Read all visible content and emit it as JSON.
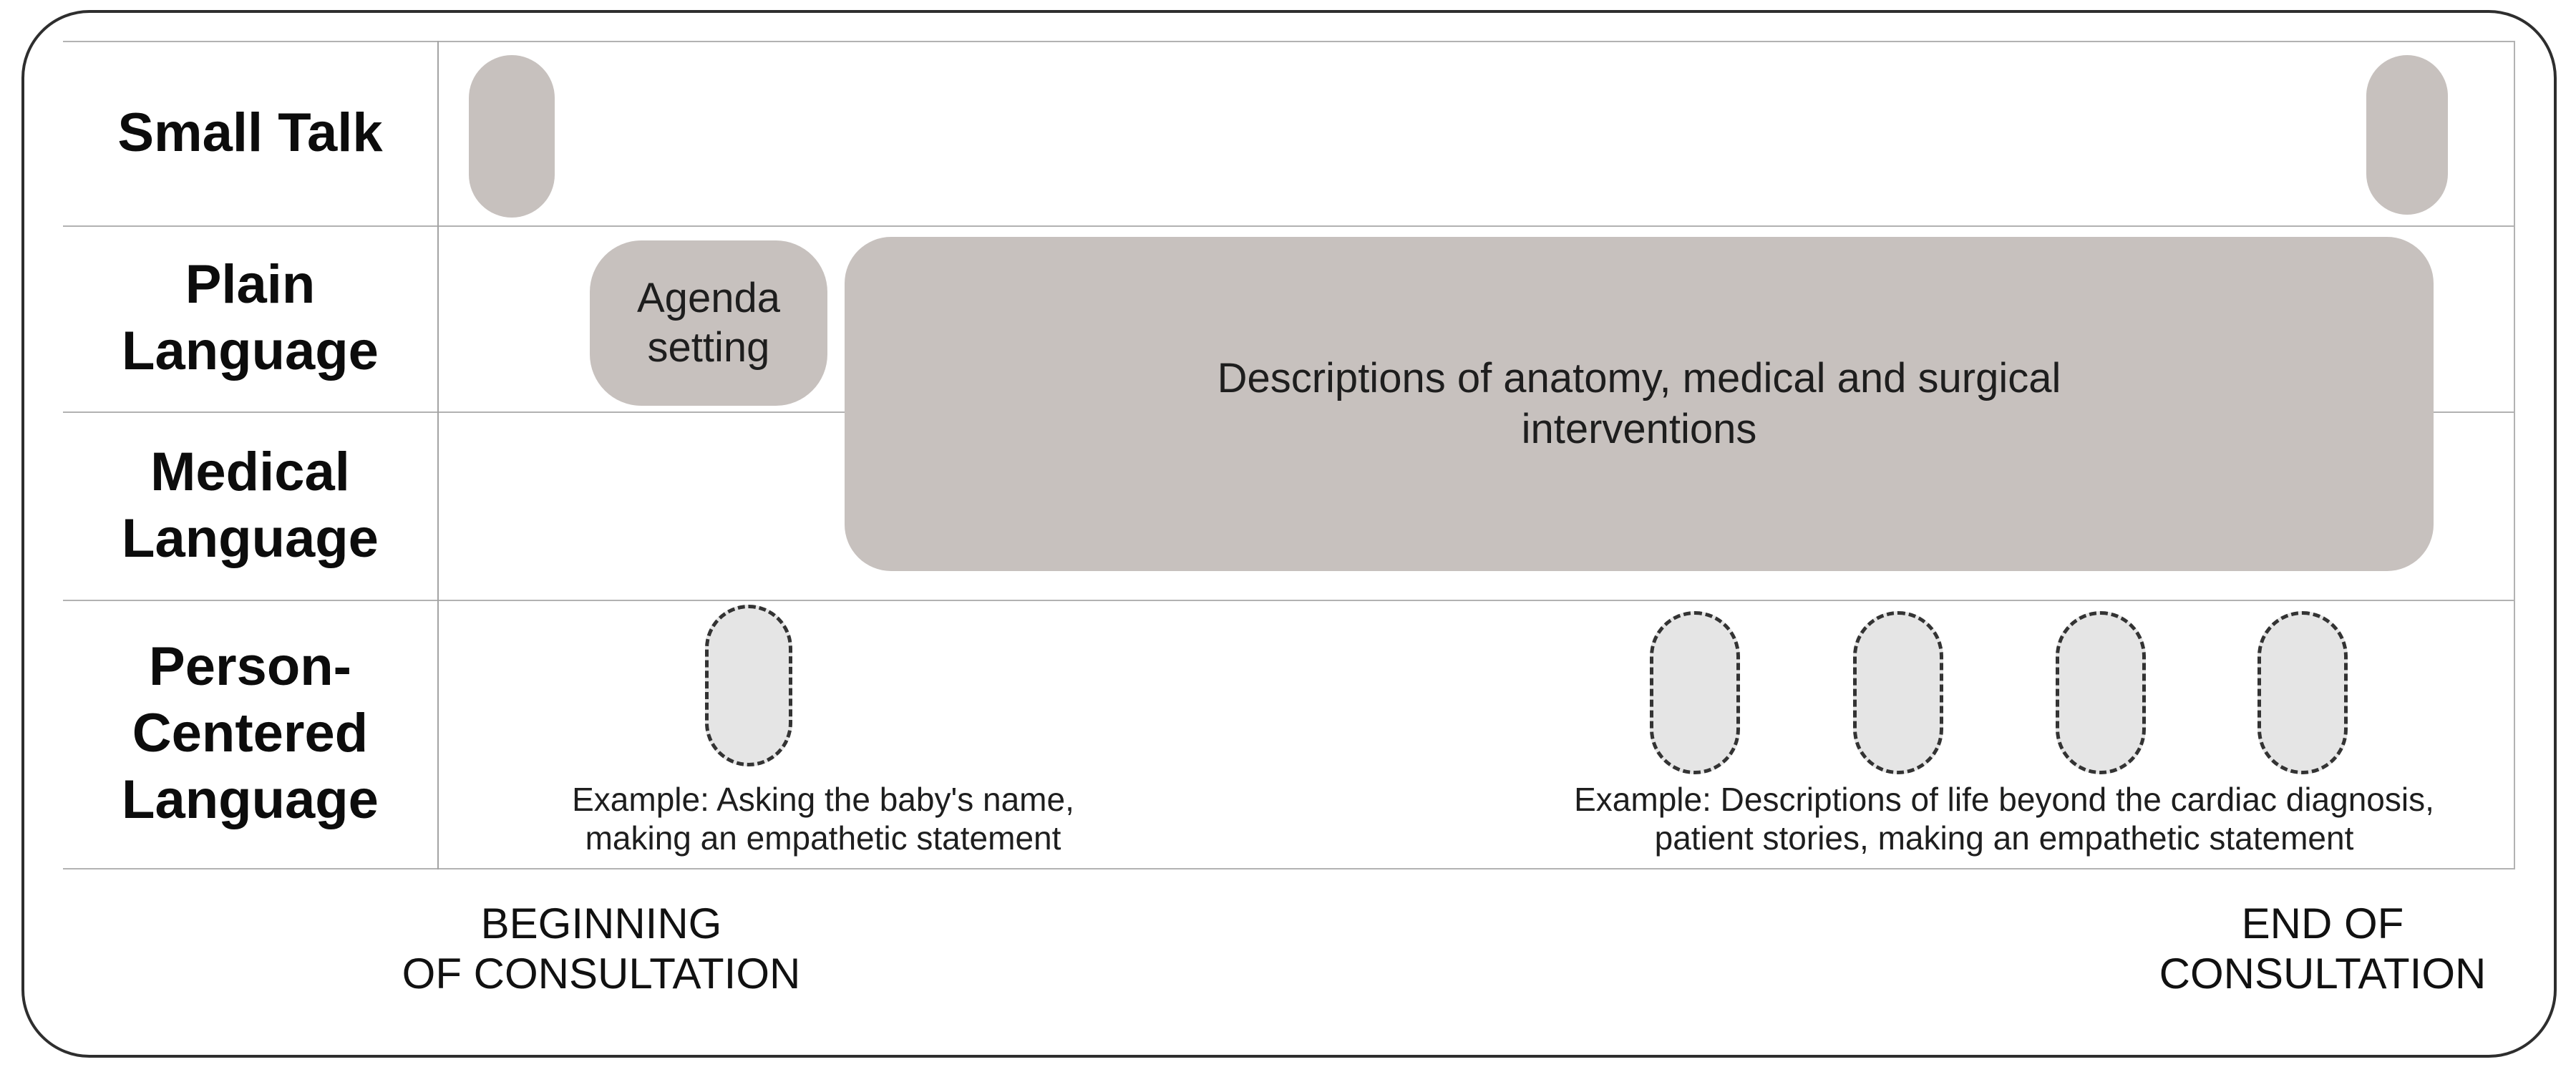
{
  "colors": {
    "solid_fill": "#c7c1be",
    "dashed_fill": "#e5e5e5",
    "dashed_border": "#333333",
    "grid_line": "#b2b2b2",
    "col_divider": "#a3a3a3",
    "outer_border": "#2e2e2e",
    "label_text": "#0c0c0c",
    "body_text": "#1e1e1e",
    "axis_text": "#111111"
  },
  "table": {
    "rows": [
      {
        "label": "Small Talk"
      },
      {
        "label": "Plain Language"
      },
      {
        "label": "Medical Language"
      },
      {
        "label": "Person-Centered Language"
      }
    ]
  },
  "marks": {
    "small_talk": {
      "start_count": 1,
      "end_count": 1
    },
    "agenda_pill": {
      "label": "Agenda setting"
    },
    "description_box": {
      "lines": [
        "Descriptions of anatomy, medical and surgical",
        "interventions"
      ]
    },
    "person_centered": {
      "start_count": 1,
      "end_count": 4
    }
  },
  "captions": {
    "start_example": {
      "lines": [
        "Example: Asking the baby's name,",
        "making an empathetic statement"
      ]
    },
    "end_example": {
      "lines": [
        "Example: Descriptions of life beyond the cardiac diagnosis,",
        "patient stories, making an empathetic statement"
      ]
    }
  },
  "axis": {
    "start": {
      "lines": [
        "BEGINNING",
        "OF CONSULTATION"
      ]
    },
    "end": {
      "lines": [
        "END OF",
        "CONSULTATION"
      ]
    }
  }
}
